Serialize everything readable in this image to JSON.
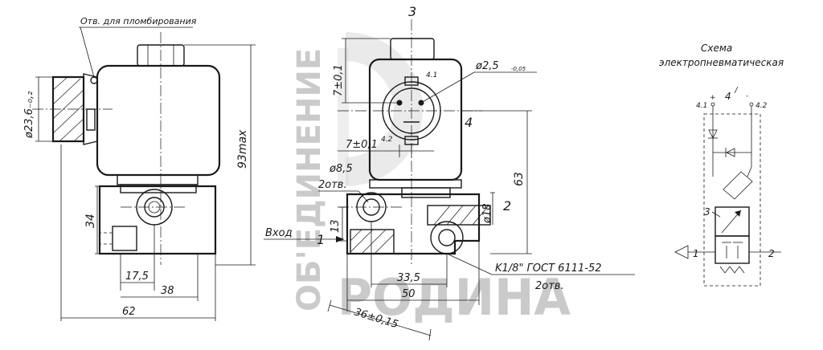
{
  "watermark": {
    "vertical_text": "ОБ'ЕДИНЕНИЕ",
    "bottom_text": "РОДИНА"
  },
  "labels": {
    "seal_hole": "Отв. для пломбирования",
    "dia_23_6": "ø23,6₋₀,₂",
    "height_93max": "93max",
    "dim_34": "34",
    "dim_17_5": "17,5",
    "dim_38": "38",
    "dim_62": "62",
    "view_3": "3",
    "dim_7_top": "7±0,1",
    "dia_2_5": "ø2,5",
    "dia_2_5_tol": "-0,05",
    "pin_4_1": "4.1",
    "pin_4_2": "4.2",
    "port_4": "4",
    "dim_7_mid": "7±0,1",
    "dia_8_5": "ø8,5",
    "holes_2": "2отв.",
    "dim_63": "63",
    "port_2": "2",
    "dia_18": "ø18",
    "dim_13": "13",
    "inlet": "Вход",
    "port_1": "1",
    "dim_33_5": "33,5",
    "dim_50": "50",
    "thread": "K1/8\" ГОСТ 6111-52",
    "thread_holes": "2отв.",
    "dim_36": "36±0,15"
  },
  "schema": {
    "title_line1": "Схема",
    "title_line2": "электропневматическая",
    "pin_41": "4.1",
    "pin_42": "4.2",
    "plus": "+",
    "minus": "-",
    "ctrl_4": "4",
    "port_1": "1",
    "port_2": "2",
    "port_3": "3"
  }
}
